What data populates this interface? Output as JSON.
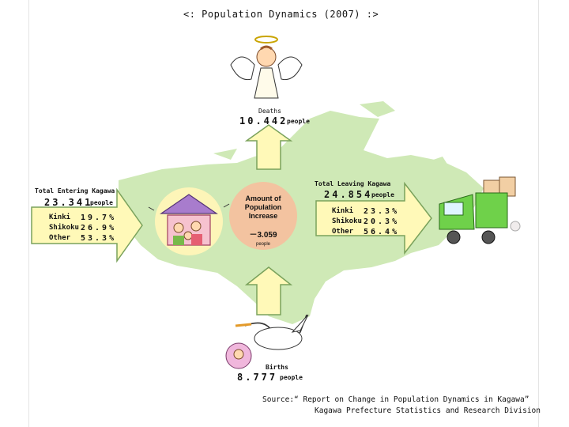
{
  "title": "<: Population Dynamics (2007) :>",
  "deaths": {
    "label": "Deaths",
    "value": "10.442",
    "unit": "people"
  },
  "births": {
    "label": "Births",
    "value": "8.777",
    "unit": "people"
  },
  "entering": {
    "label": "Total Entering Kagawa",
    "value": "23.341",
    "unit": "people",
    "rows": [
      {
        "region": "Kinki",
        "pct": "19.7%"
      },
      {
        "region": "Shikoku",
        "pct": "26.9%"
      },
      {
        "region": "Other",
        "pct": "53.3%"
      }
    ]
  },
  "leaving": {
    "label": "Total Leaving Kagawa",
    "value": "24.854",
    "unit": "people",
    "rows": [
      {
        "region": "Kinki",
        "pct": "23.3%"
      },
      {
        "region": "Shikoku",
        "pct": "20.3%"
      },
      {
        "region": "Other",
        "pct": "56.4%"
      }
    ]
  },
  "center": {
    "line1": "Amount of",
    "line2": "Population",
    "line3": "Increase",
    "value": "－3.059",
    "unit": "people"
  },
  "source": {
    "line1": "Source:“ Report on Change in Population Dynamics in Kagawa”",
    "line2": "Kagawa Prefecture Statistics and Research Division"
  },
  "colors": {
    "map": "#cfe9b6",
    "arrow": "#fff9b8",
    "arrow_stroke": "#7aa25c",
    "center": "#f3c3a0",
    "truck": "#6fd14a"
  },
  "icons": [
    "angel-icon",
    "house-family-icon",
    "stork-baby-icon",
    "moving-truck-icon"
  ]
}
